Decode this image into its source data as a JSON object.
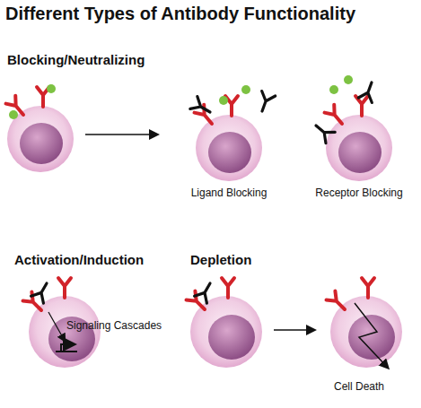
{
  "diagram": {
    "title": "Different Types of Antibody Functionality",
    "labels": [
      "Blocking/Neutralizing",
      "Ligand Blocking",
      "Receptor Blocking",
      "Activation/Induction",
      "Signaling Cascades",
      "Depletion",
      "Cell Death"
    ]
  }
}
